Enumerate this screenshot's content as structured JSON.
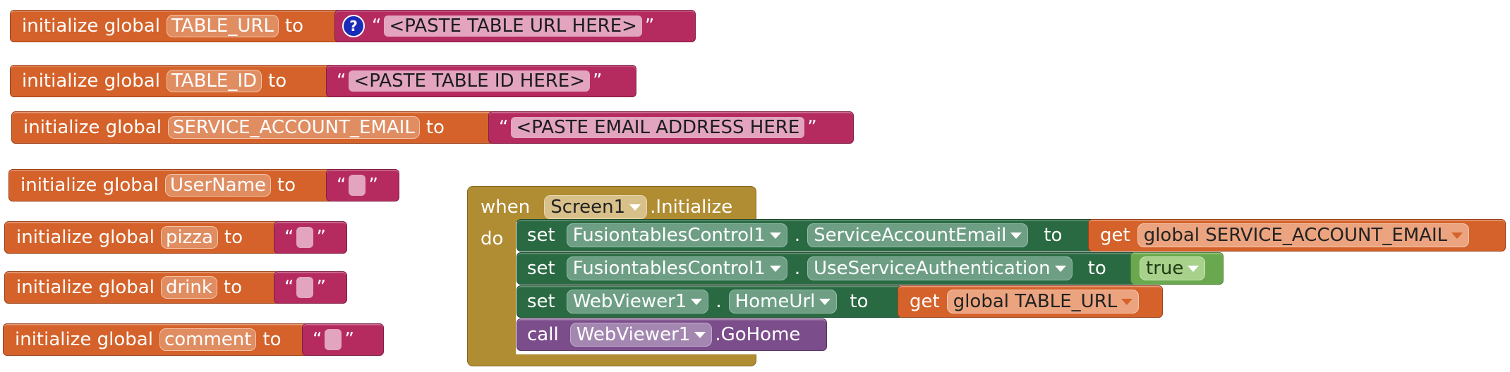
{
  "globals": [
    {
      "keyword": "initialize global",
      "name": "TABLE_URL",
      "to": "to",
      "open_quote": "“",
      "value": "<PASTE TABLE URL HERE>",
      "close_quote": "”",
      "help_icon": "?"
    },
    {
      "keyword": "initialize global",
      "name": "TABLE_ID",
      "to": "to",
      "open_quote": "“",
      "value": "<PASTE TABLE ID HERE>",
      "close_quote": "”"
    },
    {
      "keyword": "initialize global",
      "name": "SERVICE_ACCOUNT_EMAIL",
      "to": "to",
      "open_quote": "“",
      "value": "<PASTE EMAIL ADDRESS HERE",
      "close_quote": "”"
    },
    {
      "keyword": "initialize global",
      "name": "UserName",
      "to": "to",
      "open_quote": "“",
      "value": "",
      "close_quote": "”"
    },
    {
      "keyword": "initialize global",
      "name": "pizza",
      "to": "to",
      "open_quote": "“",
      "value": "",
      "close_quote": "”"
    },
    {
      "keyword": "initialize global",
      "name": "drink",
      "to": "to",
      "open_quote": "“",
      "value": "",
      "close_quote": "”"
    },
    {
      "keyword": "initialize global",
      "name": "comment",
      "to": "to",
      "open_quote": "“",
      "value": "",
      "close_quote": "”"
    }
  ],
  "event": {
    "when": "when",
    "component": "Screen1",
    "event_name": ".Initialize",
    "do": "do",
    "statements": [
      {
        "verb": "set",
        "component": "FusiontablesControl1",
        "dot": ".",
        "property": "ServiceAccountEmail",
        "to": "to",
        "get": "get",
        "value": "global SERVICE_ACCOUNT_EMAIL"
      },
      {
        "verb": "set",
        "component": "FusiontablesControl1",
        "dot": ".",
        "property": "UseServiceAuthentication",
        "to": "to",
        "value": "true"
      },
      {
        "verb": "set",
        "component": "WebViewer1",
        "dot": ".",
        "property": "HomeUrl",
        "to": "to",
        "get": "get",
        "value": "global TABLE_URL"
      },
      {
        "verb": "call",
        "component": "WebViewer1",
        "method": ".GoHome"
      }
    ]
  },
  "colors": {
    "variable_block": "#d4622a",
    "text_block": "#b52b60",
    "event_block": "#b08c33",
    "setter_block": "#2a6a43",
    "boolean_block": "#6aa84f",
    "call_block": "#7b4d8b",
    "help_icon": "#1a2bb8"
  }
}
